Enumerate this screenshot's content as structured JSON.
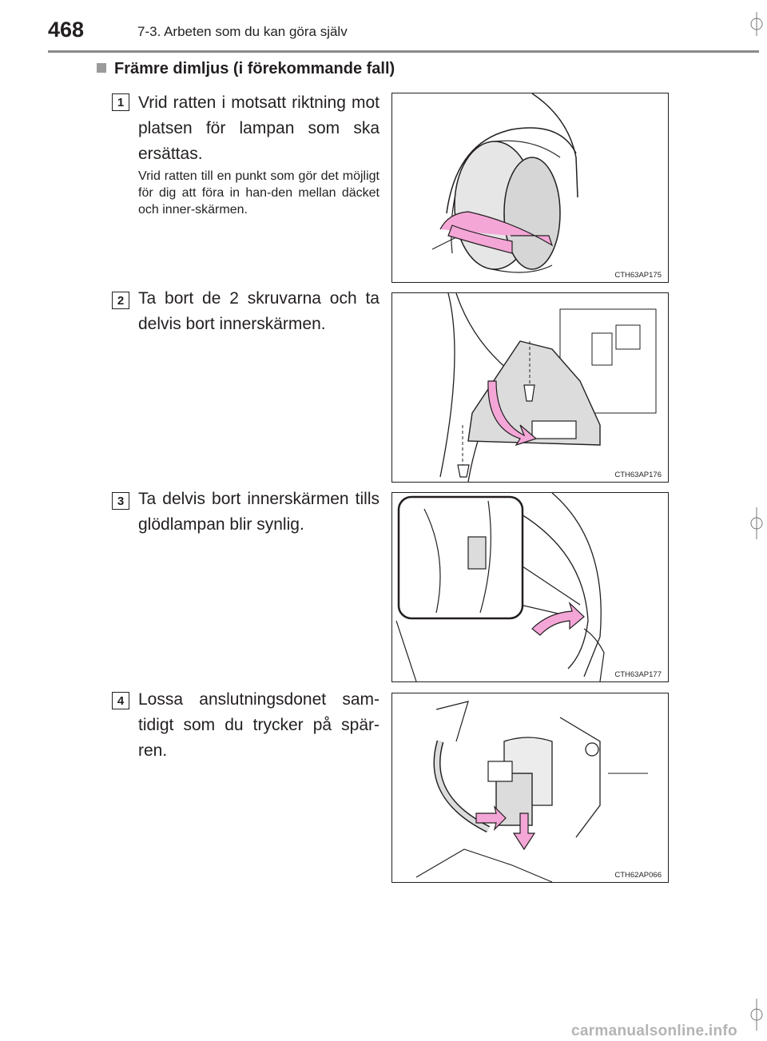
{
  "header": {
    "page_number": "468",
    "title": "7-3. Arbeten som du kan göra själv"
  },
  "section": {
    "heading": "Främre dimljus (i förekommande fall)"
  },
  "steps": [
    {
      "number": "1",
      "text": "Vrid ratten i motsatt riktning mot platsen för lampan som ska ersättas.",
      "note": "Vrid ratten till en punkt som gör det möjligt för dig att föra in han-den mellan däcket och inner-skärmen.",
      "figure_code": "CTH63AP175"
    },
    {
      "number": "2",
      "text": "Ta bort de 2 skruvarna och ta delvis bort innerskärmen.",
      "figure_code": "CTH63AP176"
    },
    {
      "number": "3",
      "text": "Ta delvis bort innerskärmen tills glödlampan blir synlig.",
      "figure_code": "CTH63AP177"
    },
    {
      "number": "4",
      "text": "Lossa anslutningsdonet sam-tidigt som du trycker på spär-ren.",
      "figure_code": "CTH62AP066"
    }
  ],
  "footer": {
    "watermark": "carmanualsonline.info"
  },
  "colors": {
    "text": "#231f20",
    "accent_arrow": "#f4a6d7",
    "rule": "#8a8a8a"
  }
}
